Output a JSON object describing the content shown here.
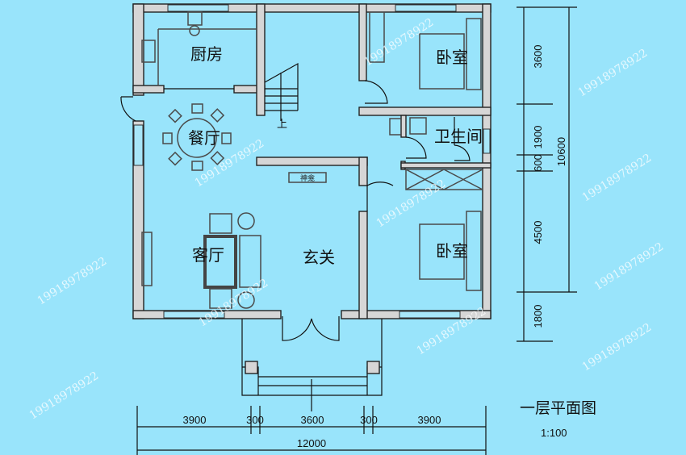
{
  "rooms": {
    "kitchen": "厨房",
    "dining": "餐厅",
    "living": "客厅",
    "foyer": "玄关",
    "bedroom_north": "卧室",
    "bedroom_south": "卧室",
    "bathroom": "卫生间",
    "stair_up": "上",
    "shrine": "神龛"
  },
  "dimensions": {
    "horizontal": [
      "3900",
      "300",
      "3600",
      "300",
      "3900"
    ],
    "horizontal_total": "12000",
    "vertical": [
      "3600",
      "1900",
      "600",
      "4500",
      "1800"
    ],
    "vertical_total": "10600"
  },
  "title": {
    "name": "一层平面图",
    "scale": "1:100"
  },
  "watermark": "19918978922",
  "colors": {
    "background": "#99e4fb",
    "wall": "#d6d6d6"
  }
}
